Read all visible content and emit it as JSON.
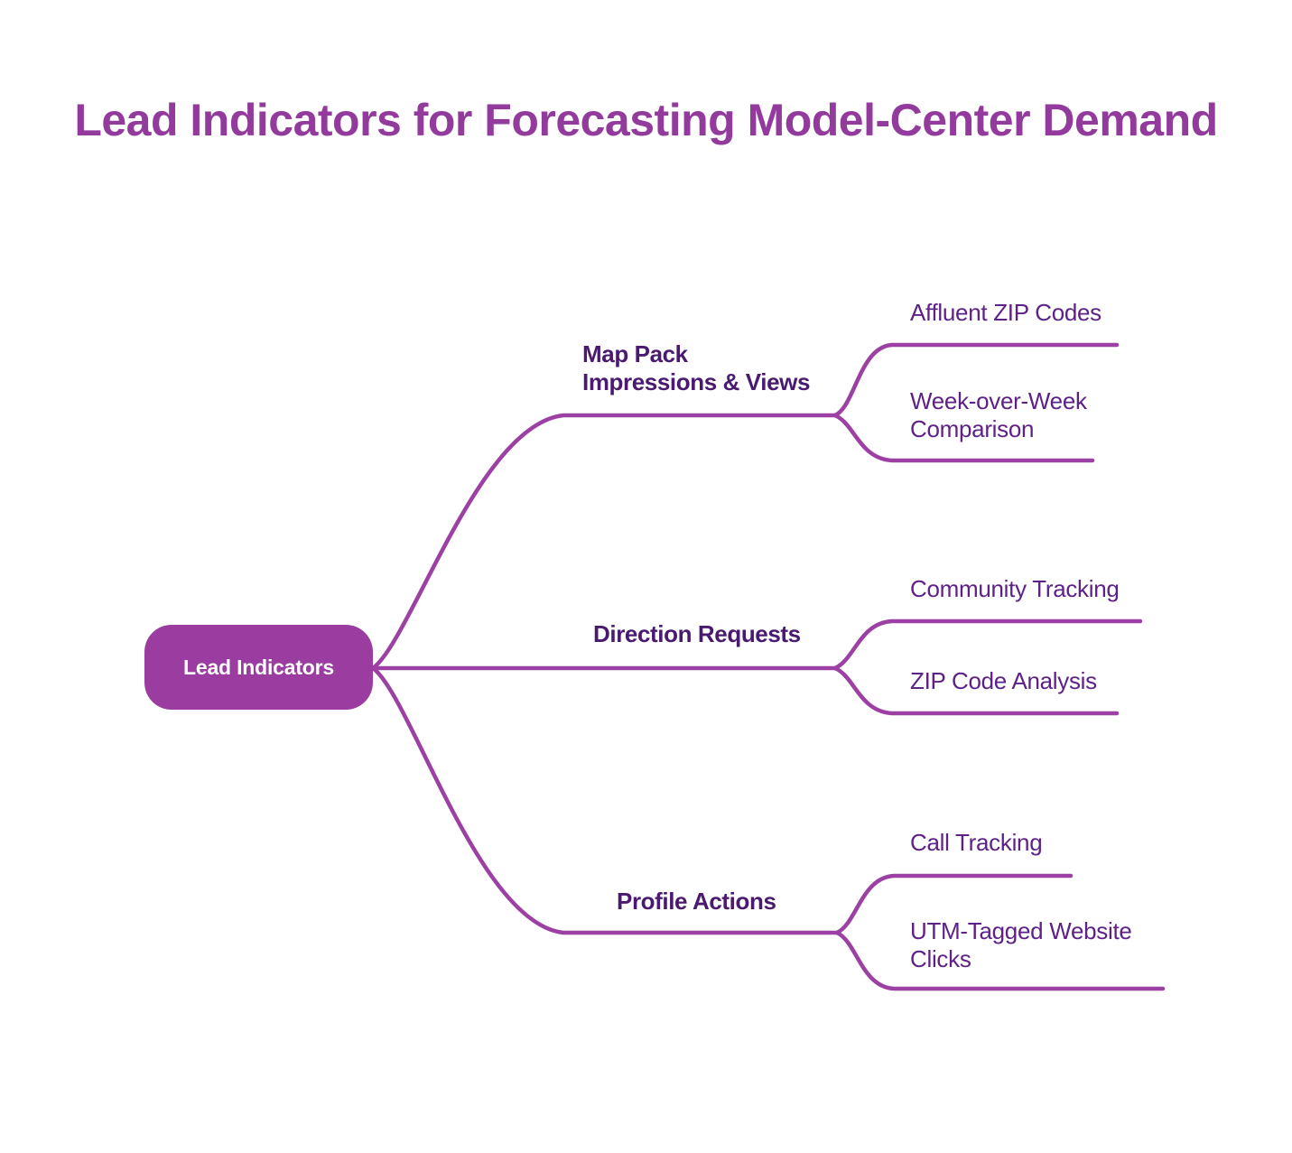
{
  "title": "Lead Indicators for Forecasting Model-Center Demand",
  "root": {
    "label": "Lead Indicators"
  },
  "branches": [
    {
      "label": "Map Pack Impressions & Views",
      "leaves": [
        "Affluent ZIP Codes",
        "Week-over-Week Comparison"
      ]
    },
    {
      "label": "Direction Requests",
      "leaves": [
        "Community Tracking",
        "ZIP Code Analysis"
      ]
    },
    {
      "label": "Profile Actions",
      "leaves": [
        "Call Tracking",
        "UTM-Tagged Website Clicks"
      ]
    }
  ],
  "colors": {
    "background": "#FFFFFF",
    "title_text": "#923B9D",
    "connector_line": "#9C40A4",
    "root_node_fill": "#9B3CA1",
    "root_node_text": "#FFFFFF",
    "branch_text": "#491A6F",
    "leaf_text": "#5E2187"
  }
}
